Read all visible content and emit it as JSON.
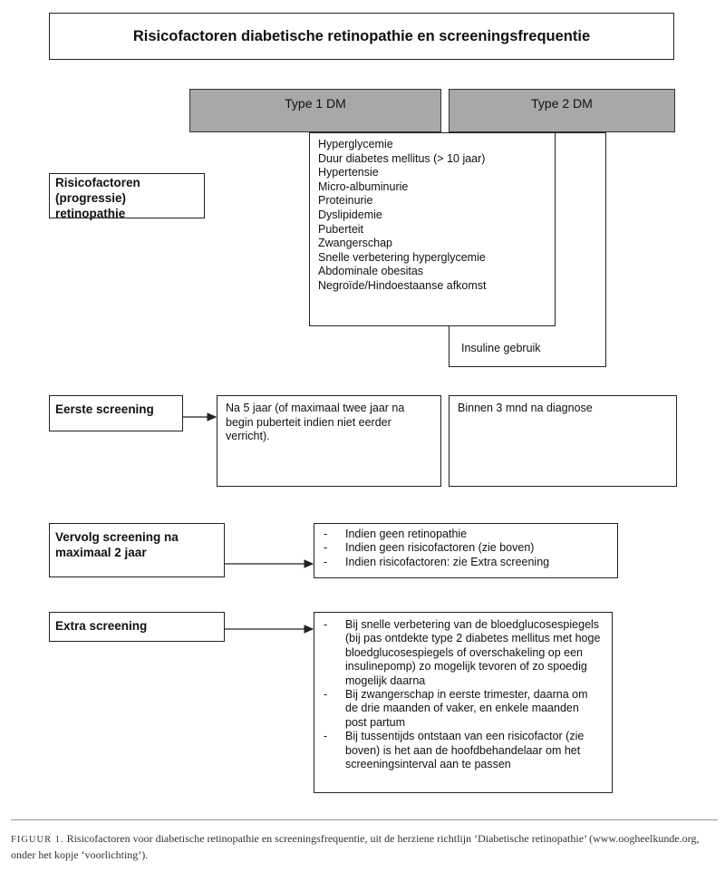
{
  "title": "Risicofactoren diabetische retinopathie en screeningsfrequentie",
  "columns": {
    "type1": "Type 1 DM",
    "type2": "Type 2 DM"
  },
  "risk": {
    "label": "Risicofactoren (progressie) retinopathie",
    "items": [
      "Hyperglycemie",
      "Duur diabetes mellitus (> 10 jaar)",
      "Hypertensie",
      "Micro-albuminurie",
      "Proteinurie",
      "Dyslipidemie",
      "Puberteit",
      "Zwangerschap",
      "Snelle verbetering hyperglycemie",
      "Abdominale obesitas",
      "Negroïde/Hindoestaanse afkomst"
    ],
    "type2_extra": "Insuline gebruik"
  },
  "first_screening": {
    "label": "Eerste screening",
    "type1": "Na 5 jaar (of maximaal twee jaar na begin puberteit indien niet eerder verricht).",
    "type2": "Binnen 3 mnd na diagnose"
  },
  "follow_up": {
    "label": "Vervolg screening na maximaal 2 jaar",
    "items": [
      "Indien geen retinopathie",
      "Indien geen risicofactoren (zie boven)",
      "Indien risicofactoren: zie Extra screening"
    ]
  },
  "extra": {
    "label": "Extra screening",
    "items": [
      "Bij snelle verbetering van de bloedglucosespiegels (bij pas ontdekte type 2 diabetes mellitus met hoge bloedglucosespiegels of overschakeling op een insulinepomp) zo mogelijk tevoren of zo spoedig mogelijk daarna",
      "Bij zwangerschap in eerste trimester, daarna om de drie maanden of vaker, en enkele maanden post partum",
      "Bij tussentijds ontstaan van een risicofactor (zie boven) is het aan de hoofdbehandelaar om het screeningsinterval aan te passen"
    ]
  },
  "caption": {
    "figure_label": "FIGUUR 1.",
    "text": "Risicofactoren voor diabetische retinopathie en screeningsfrequentie, uit de herziene richtlijn ‘Diabetische retinopathie’ (www.oogheelkunde.org, onder het kopje ‘voorlichting’)."
  }
}
